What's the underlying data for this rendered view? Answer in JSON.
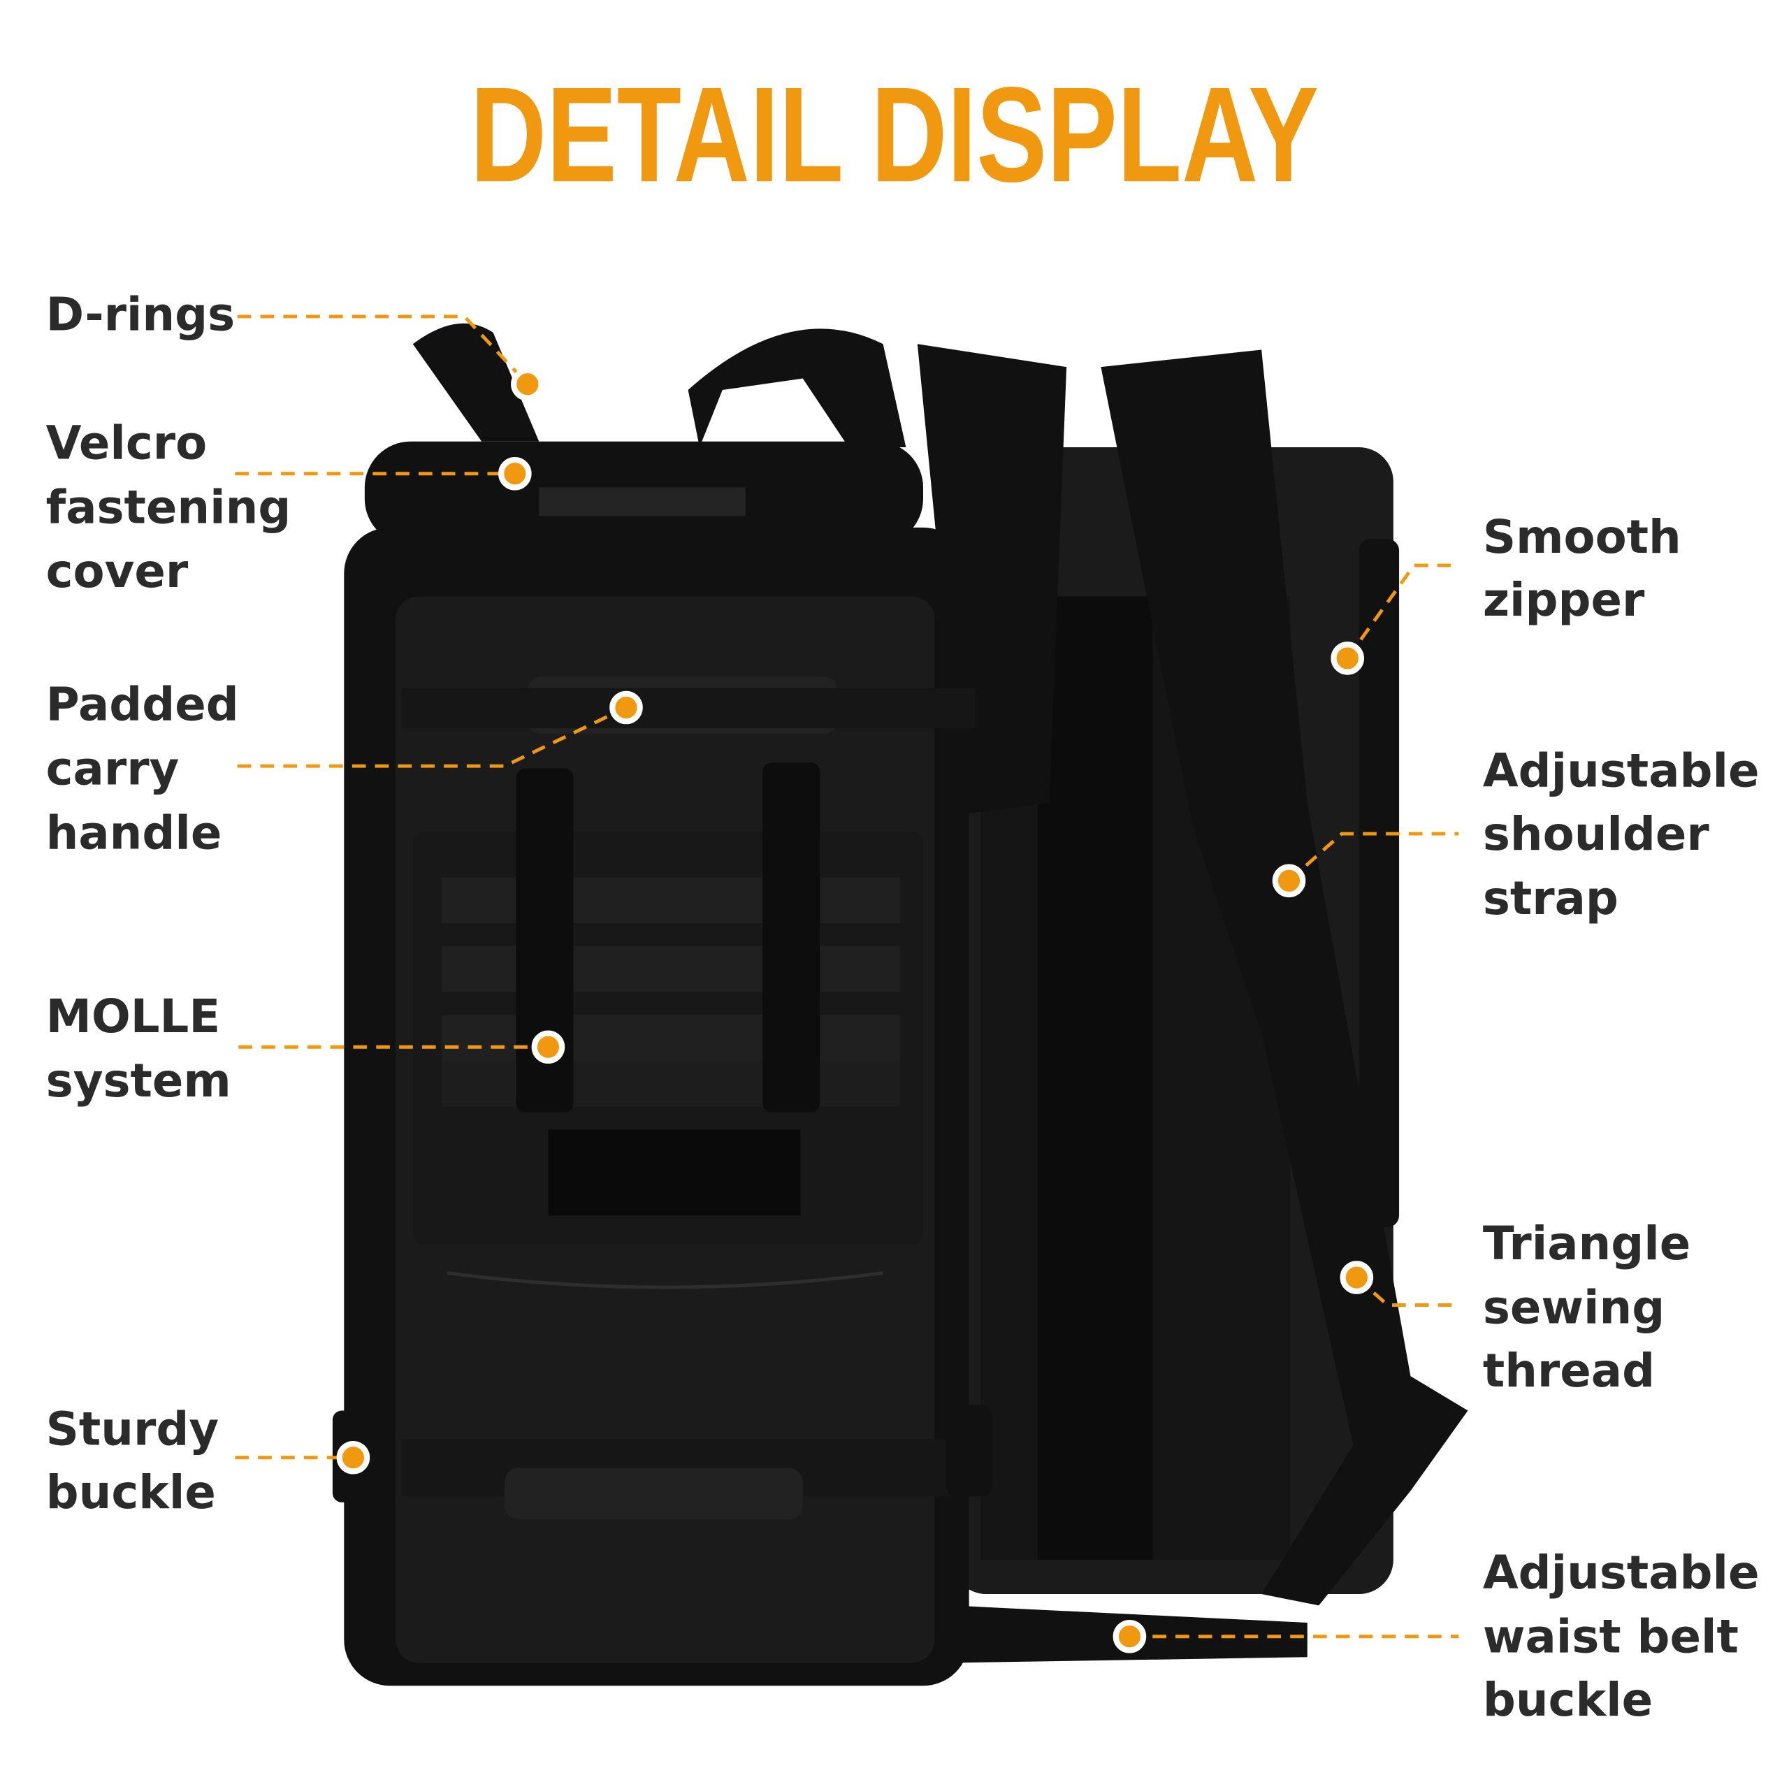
{
  "title": "DETAIL DISPLAY",
  "accent_color": "#f0980f",
  "callouts": {
    "d_rings": [
      "D-rings"
    ],
    "velcro": [
      "Velcro",
      "fastening",
      "cover"
    ],
    "handle": [
      "Padded",
      "carry",
      "handle"
    ],
    "molle": [
      "MOLLE",
      "system"
    ],
    "buckle": [
      "Sturdy",
      "buckle"
    ],
    "zipper": [
      "Smooth",
      "zipper"
    ],
    "shoulder": [
      "Adjustable",
      "shoulder",
      "strap"
    ],
    "triangle": [
      "Triangle",
      "sewing",
      "thread"
    ],
    "waist": [
      "Adjustable",
      "waist belt",
      "buckle"
    ]
  }
}
